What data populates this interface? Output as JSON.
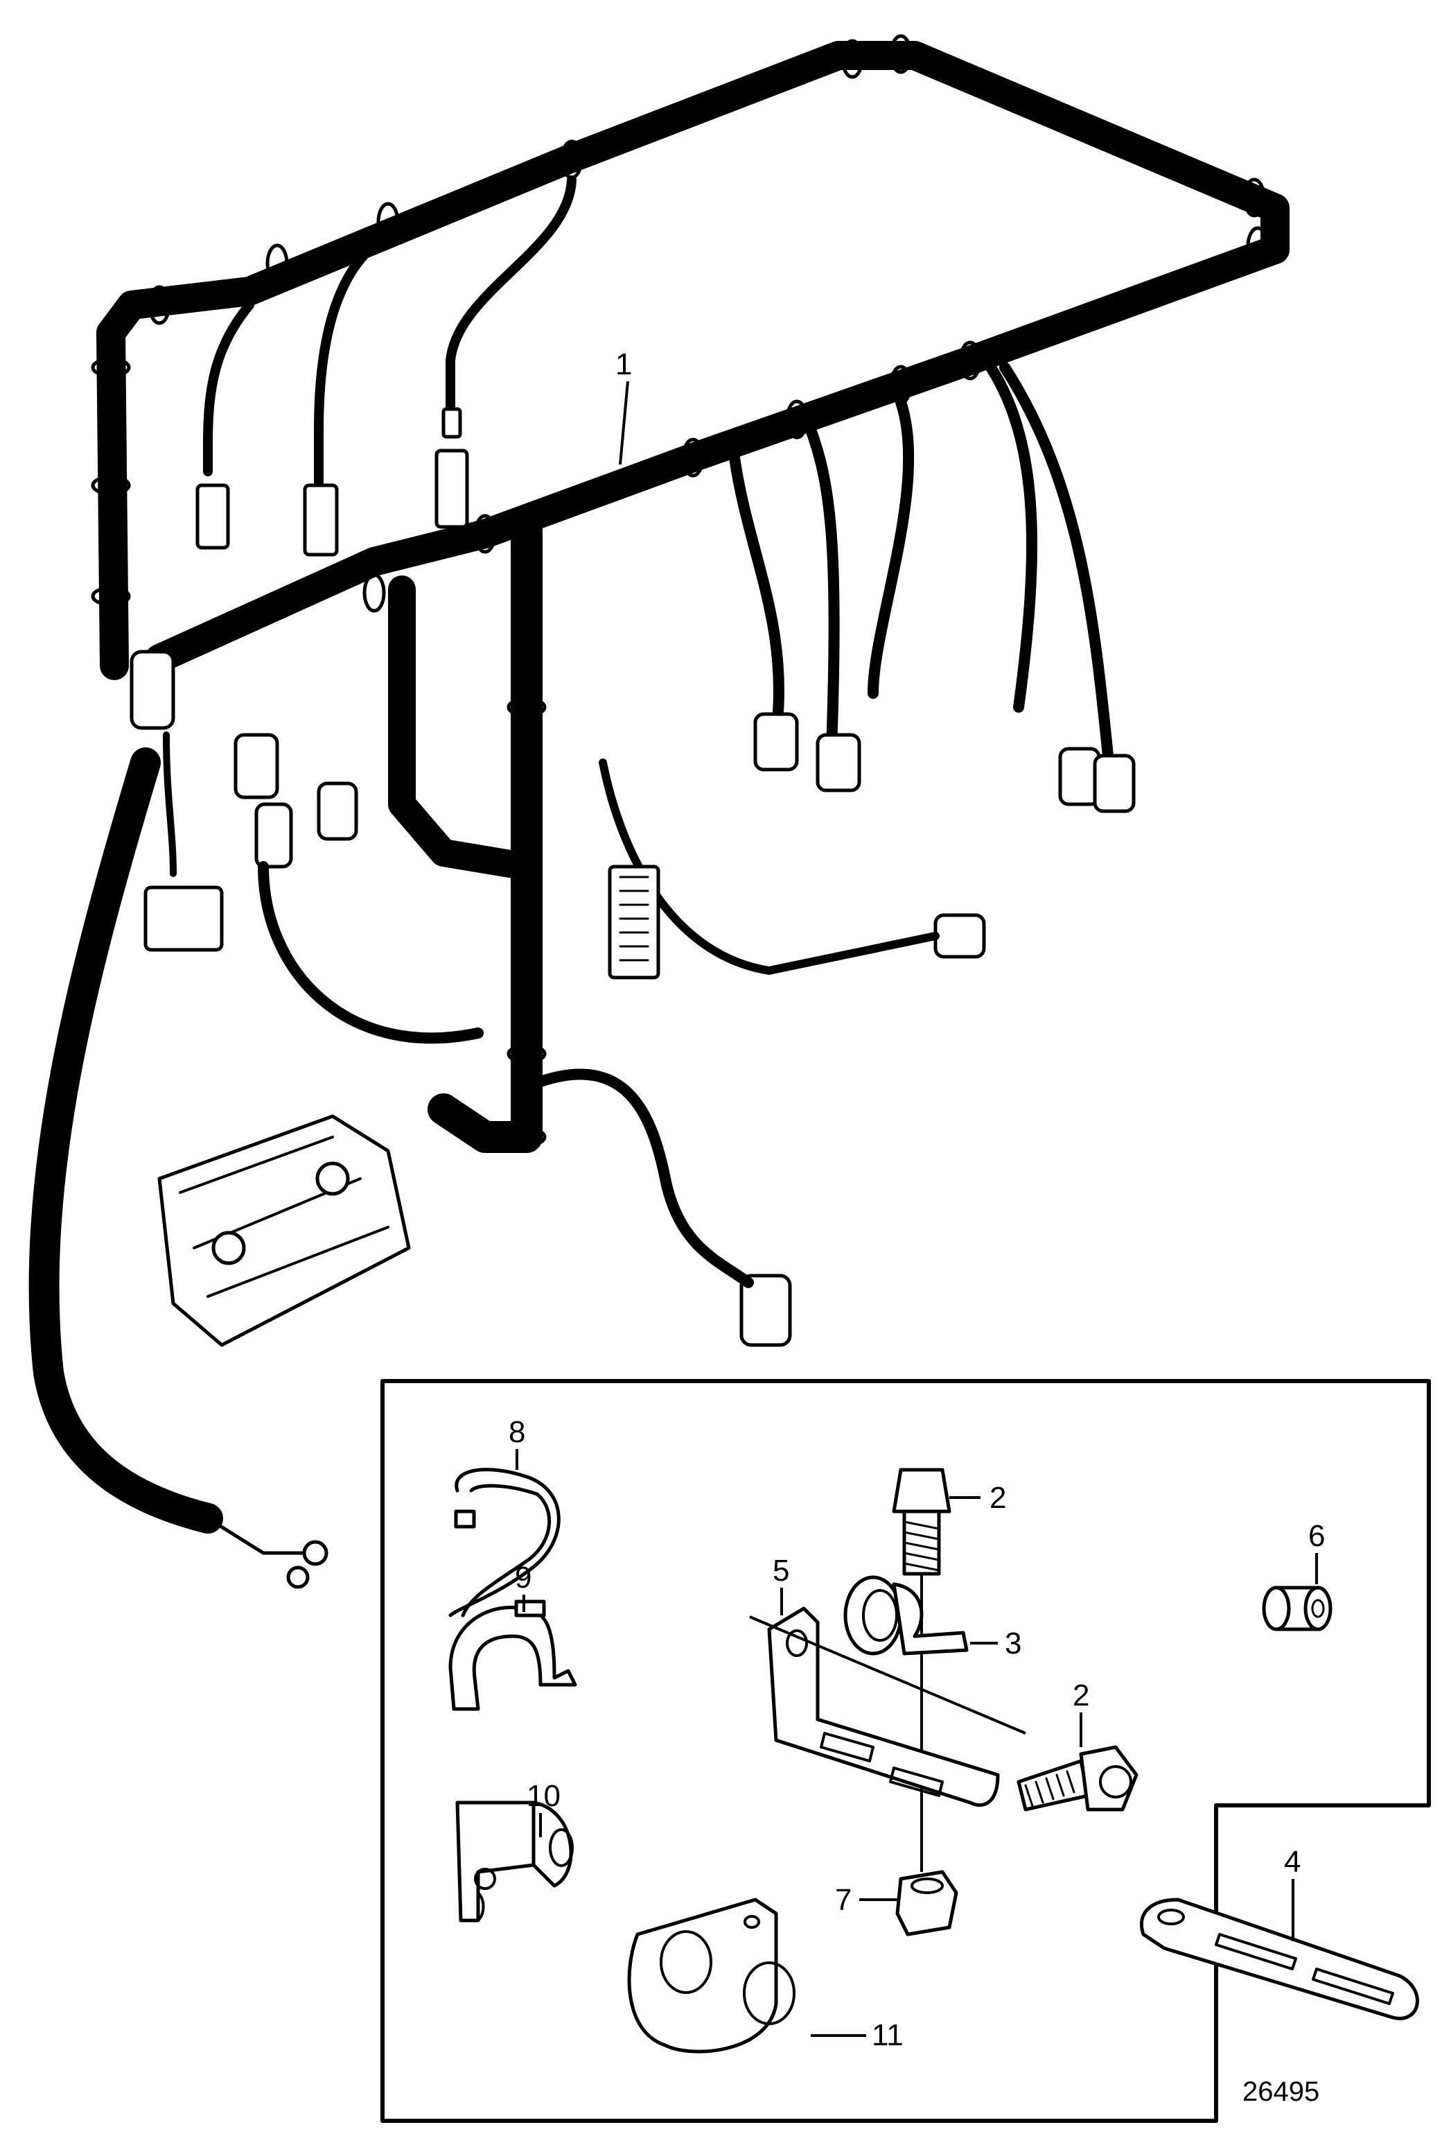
{
  "figure": {
    "reference_number": "26495"
  },
  "callouts": [
    {
      "id": "1",
      "text": "1"
    },
    {
      "id": "2a",
      "text": "2"
    },
    {
      "id": "2b",
      "text": "2"
    },
    {
      "id": "3",
      "text": "3"
    },
    {
      "id": "4",
      "text": "4"
    },
    {
      "id": "5",
      "text": "5"
    },
    {
      "id": "6",
      "text": "6"
    },
    {
      "id": "7",
      "text": "7"
    },
    {
      "id": "8",
      "text": "8"
    },
    {
      "id": "9",
      "text": "9"
    },
    {
      "id": "10",
      "text": "10"
    },
    {
      "id": "11",
      "text": "11"
    }
  ]
}
